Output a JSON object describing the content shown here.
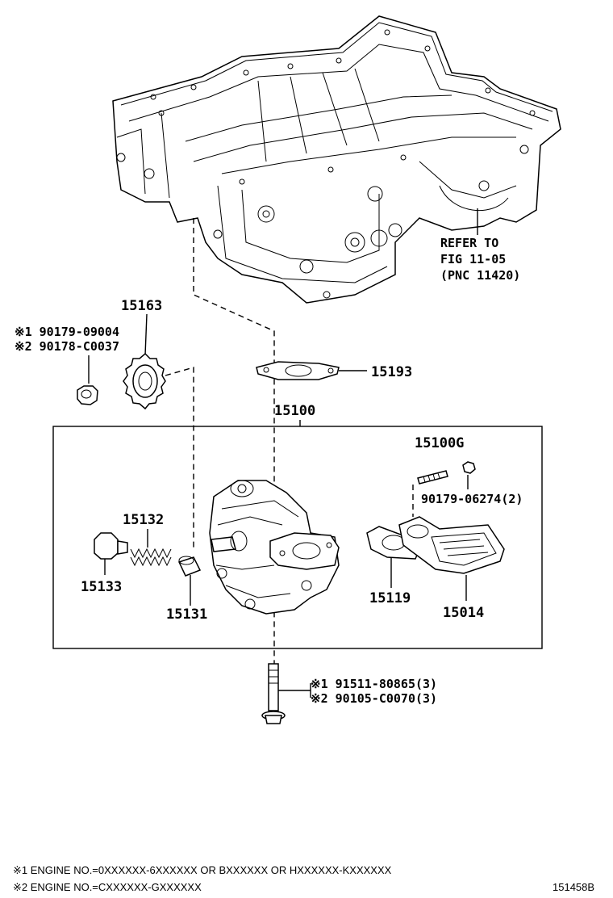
{
  "labels": {
    "p15163": "15163",
    "p15193": "15193",
    "p15100": "15100",
    "p15100G": "15100G",
    "p15132": "15132",
    "p15133": "15133",
    "p15131": "15131",
    "p15119": "15119",
    "p15014": "15014",
    "nut_note": "90179-06274(2)",
    "ref1": "REFER TO",
    "ref2": "FIG 11-05",
    "ref3": "(PNC 11420)",
    "alt_nut_1": "※1 90179-09004",
    "alt_nut_2": "※2 90178-C0037",
    "alt_bolt_1": "※1 91511-80865(3)",
    "alt_bolt_2": "※2 90105-C0070(3)"
  },
  "footnotes": {
    "note1": "※1 ENGINE NO.=0XXXXXX-6XXXXXX OR BXXXXXX OR HXXXXXX-KXXXXXX",
    "note2": "※2 ENGINE NO.=CXXXXXX-GXXXXXX",
    "figure_code": "151458B"
  }
}
